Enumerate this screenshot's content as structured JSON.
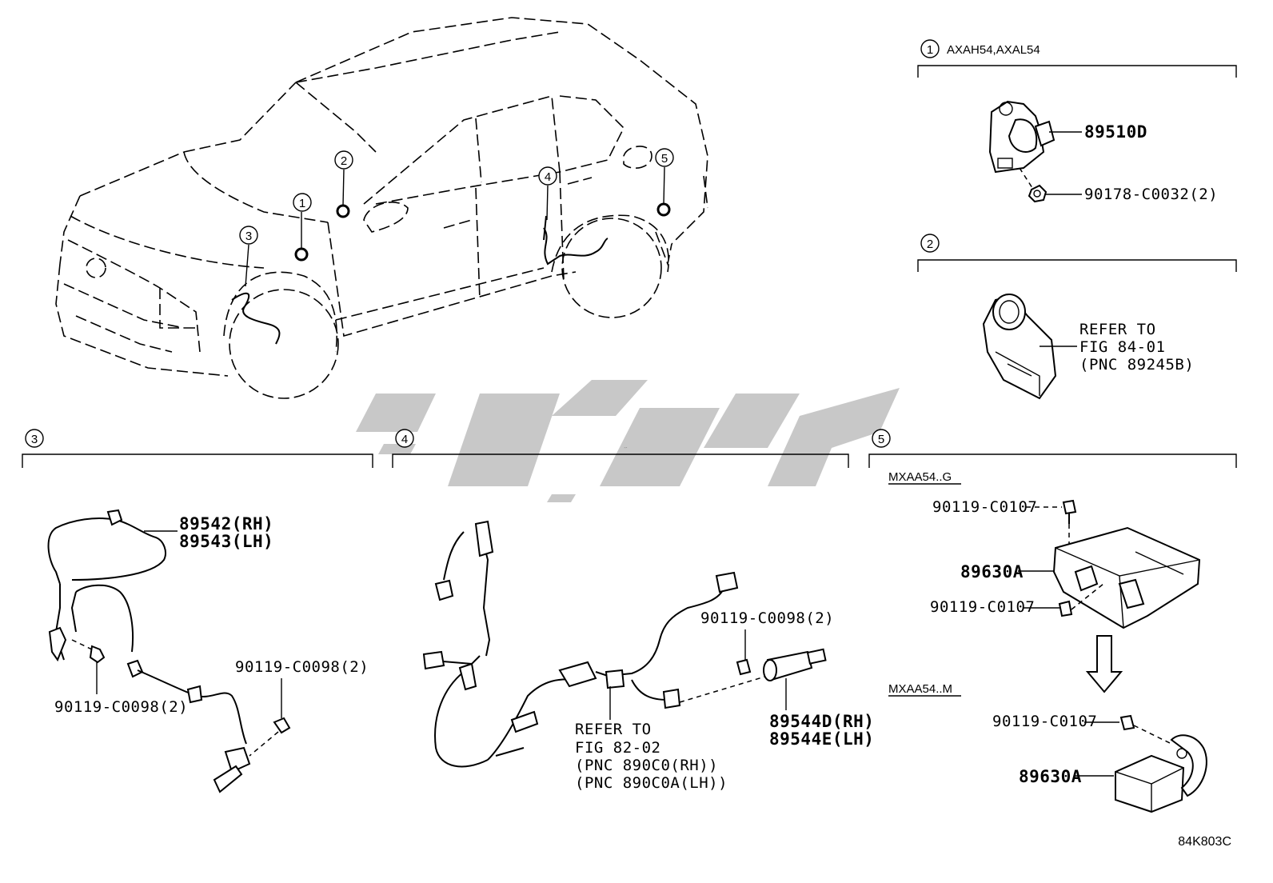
{
  "diagram_id": "84K803C",
  "watermark": "کاوپارت",
  "callouts": [
    "1",
    "2",
    "3",
    "4",
    "5"
  ],
  "sections": {
    "s1": {
      "number": "1",
      "header": "AXAH54,AXAL54",
      "labels": {
        "sensor": "89510D",
        "nut": "90178-C0032(2)"
      }
    },
    "s2": {
      "number": "2",
      "refer": [
        "REFER TO",
        "FIG 84-01",
        "(PNC 89245B)"
      ]
    },
    "s3": {
      "number": "3",
      "labels": {
        "sensor_rh": "89542(RH)",
        "sensor_lh": "89543(LH)",
        "bolt_a": "90119-C0098(2)",
        "bolt_b": "90119-C0098(2)"
      }
    },
    "s4": {
      "number": "4",
      "labels": {
        "bolt": "90119-C0098(2)",
        "sensor_rh": "89544D(RH)",
        "sensor_lh": "89544E(LH)"
      },
      "refer": [
        "REFER TO",
        "FIG 82-02",
        "(PNC 890C0(RH))",
        "(PNC 890C0A(LH))"
      ]
    },
    "s5": {
      "number": "5",
      "variant_g": "MXAA54..G",
      "variant_m": "MXAA54..M",
      "labels": {
        "bolt_top": "90119-C0107",
        "ecu_g": "89630A",
        "bolt_mid": "90119-C0107",
        "bolt_m": "90119-C0107",
        "ecu_m": "89630A"
      }
    }
  }
}
